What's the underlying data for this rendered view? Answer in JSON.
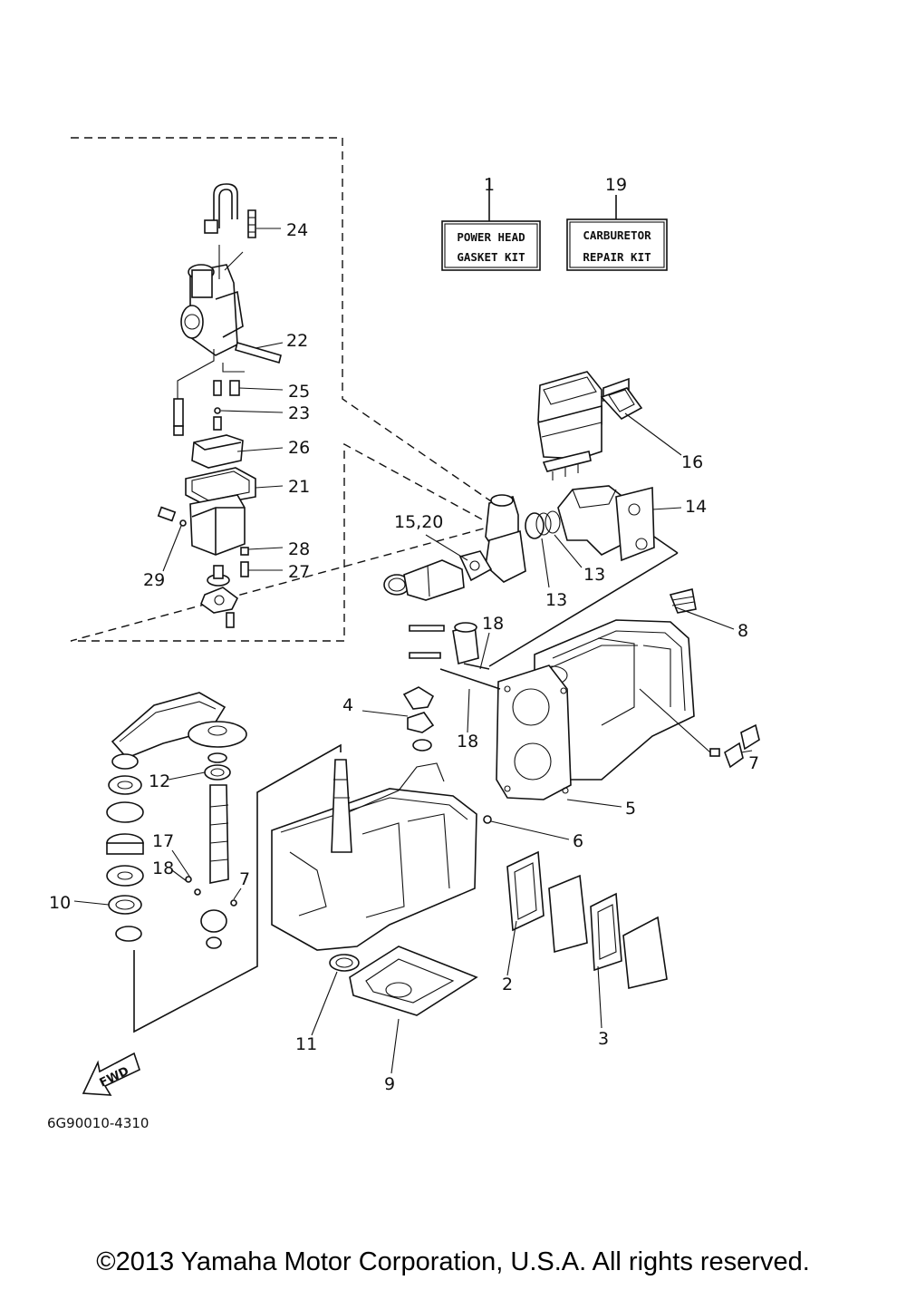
{
  "kits": [
    {
      "number": "1",
      "line1": "POWER HEAD",
      "line2": "GASKET KIT"
    },
    {
      "number": "19",
      "line1": "CARBURETOR",
      "line2": "REPAIR KIT"
    }
  ],
  "callouts": {
    "c24": "24",
    "c22": "22",
    "c25": "25",
    "c23": "23",
    "c26": "26",
    "c21": "21",
    "c28": "28",
    "c27": "27",
    "c29": "29",
    "c16": "16",
    "c14": "14",
    "c1520": "15,20",
    "c13a": "13",
    "c13b": "13",
    "c18a": "18",
    "c8": "8",
    "c4": "4",
    "c18b": "18",
    "c7a": "7",
    "c12": "12",
    "c5": "5",
    "c6": "6",
    "c17": "17",
    "c18c": "18",
    "c7b": "7",
    "c10": "10",
    "c2": "2",
    "c3": "3",
    "c11": "11",
    "c9": "9"
  },
  "fwd_label": "FWD",
  "part_code": "6G90010-4310",
  "copyright": "©2013 Yamaha Motor Corporation, U.S.A. All rights reserved."
}
